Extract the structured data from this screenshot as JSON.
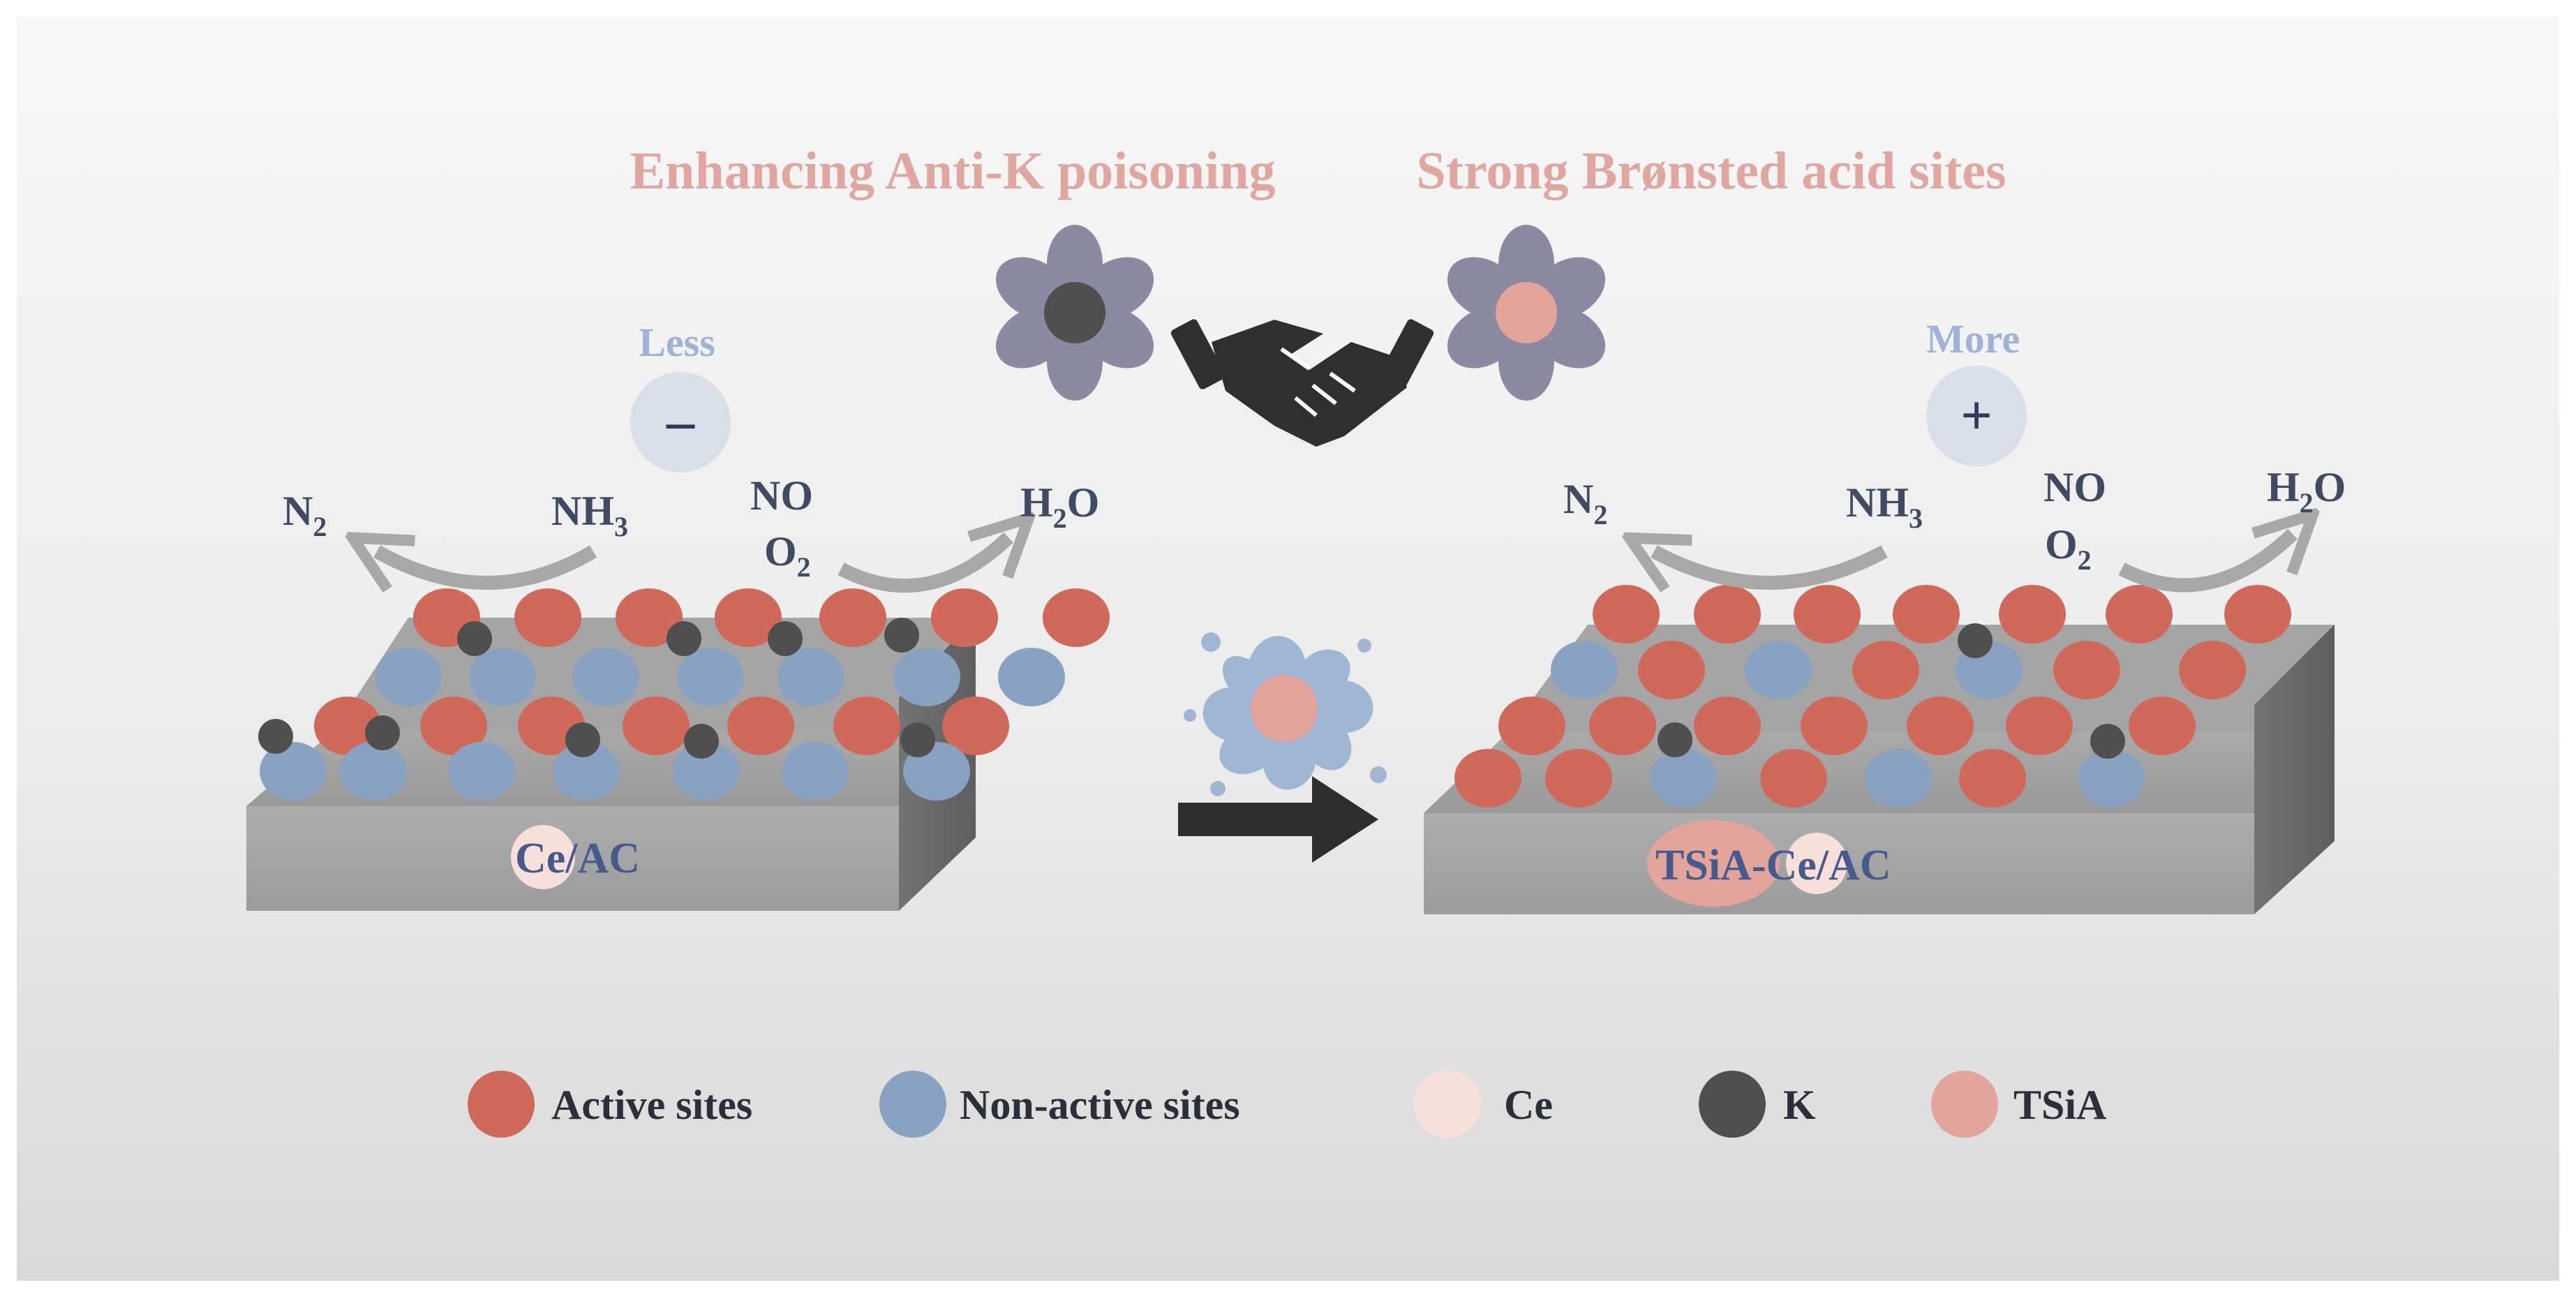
{
  "headings": {
    "left": "Enhancing Anti-K poisoning",
    "right": "Strong Brønsted acid sites"
  },
  "left_panel": {
    "level_label": "Less",
    "sign": "–",
    "reactants": {
      "nh3": "NH",
      "nh3_sub": "3",
      "no": "NO",
      "o2": "O",
      "o2_sub": "2"
    },
    "products": {
      "n2": "N",
      "n2_sub": "2",
      "h2o_h": "H",
      "h2o_sub": "2",
      "h2o_o": "O"
    },
    "catalyst": {
      "ce": "Ce",
      "rest": "/AC"
    }
  },
  "right_panel": {
    "level_label": "More",
    "sign": "+",
    "reactants": {
      "nh3": "NH",
      "nh3_sub": "3",
      "no": "NO",
      "o2": "O",
      "o2_sub": "2"
    },
    "products": {
      "n2": "N",
      "n2_sub": "2",
      "h2o_h": "H",
      "h2o_sub": "2",
      "h2o_o": "O"
    },
    "catalyst": {
      "tsia": "TSiA",
      "dash": "-",
      "ce": "Ce",
      "rest": "/AC"
    }
  },
  "legend": [
    {
      "label": "Active sites",
      "color": "#cf6a5a"
    },
    {
      "label": "Non-active sites",
      "color": "#8aa2c1"
    },
    {
      "label": "Ce",
      "color": "#f7e0da"
    },
    {
      "label": "K",
      "color": "#4f4f4f"
    },
    {
      "label": "TSiA",
      "color": "#e3a49b"
    }
  ],
  "colors": {
    "active": "#cf6a5a",
    "non_active": "#8aa2c1",
    "ce": "#f7e0da",
    "k": "#4f4f4f",
    "tsia": "#e3a49b",
    "heading": "#e0a7a0",
    "level_label": "#9fb3d8",
    "formula": "#404a63",
    "catalyst_text": "#475a8c",
    "flower_petal": "#8c8aa3"
  },
  "icons": [
    "flower-k-icon",
    "handshake-icon",
    "flower-tsia-icon",
    "splash-icon",
    "arrow-right-icon"
  ]
}
